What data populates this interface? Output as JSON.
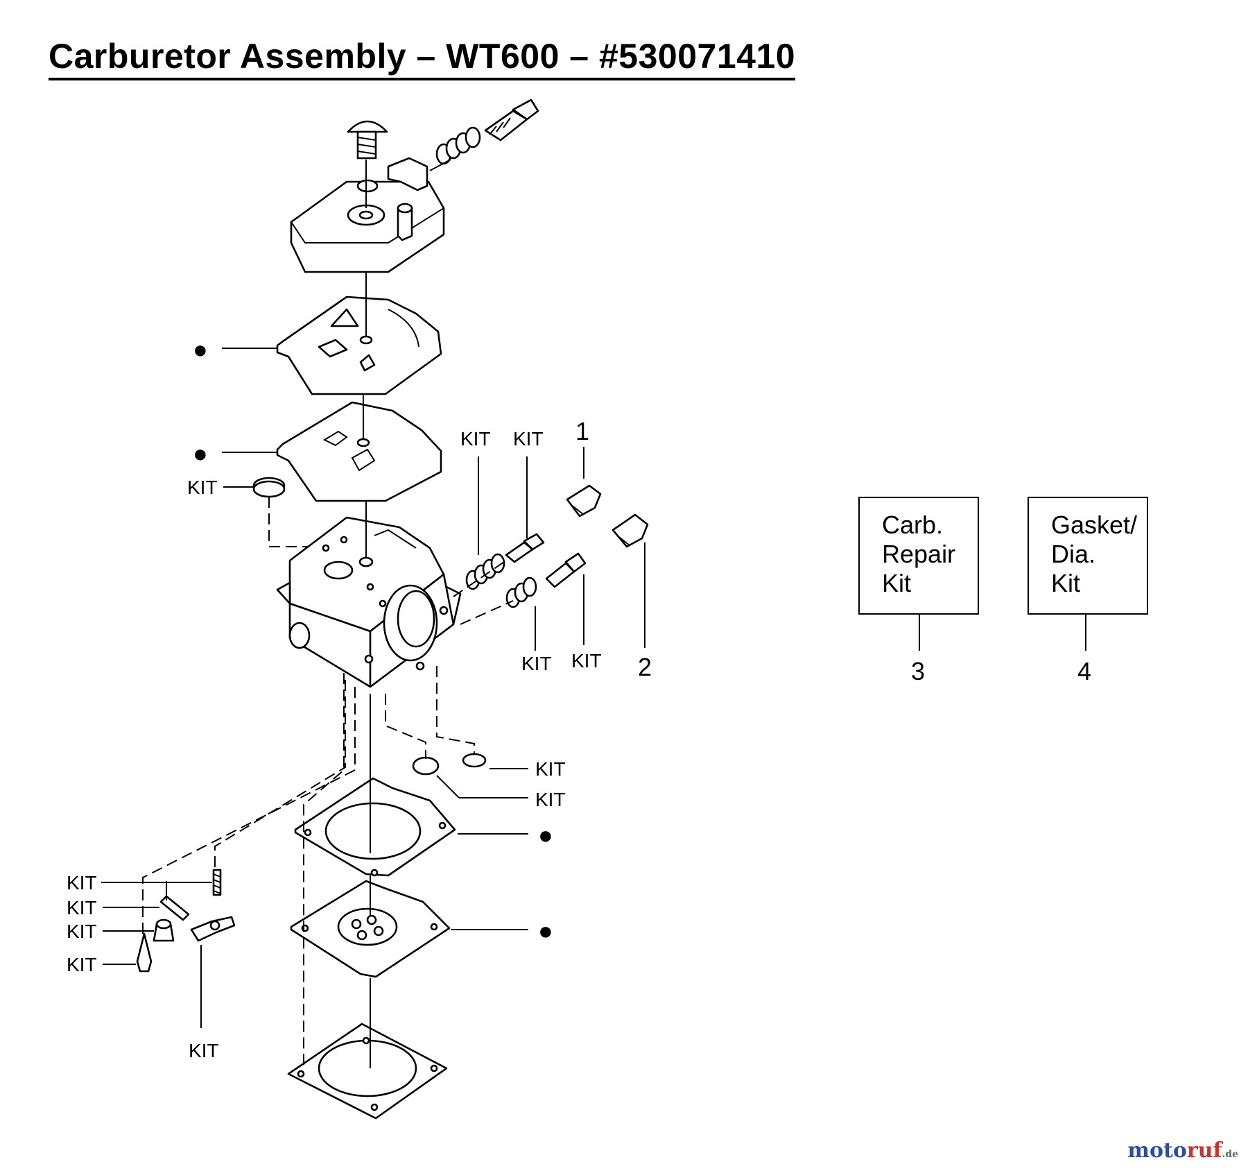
{
  "title": "Carburetor Assembly  –  WT600  –  #530071410",
  "callouts": {
    "kit": "KIT",
    "bullet": "●",
    "part_1": "1",
    "part_2": "2",
    "part_3": "3",
    "part_4": "4"
  },
  "kit_boxes": [
    {
      "lines": [
        "Carb.",
        "Repair",
        "Kit"
      ],
      "number": "3"
    },
    {
      "lines": [
        "Gasket/",
        "Dia.",
        "Kit"
      ],
      "number": "4"
    }
  ],
  "watermark": {
    "main_blue": "moto",
    "main_red": "ruf",
    "suffix": ".de"
  },
  "colors": {
    "ink": "#000000",
    "watermark_blue": "#2b4ea0",
    "watermark_red": "#c8322c"
  }
}
